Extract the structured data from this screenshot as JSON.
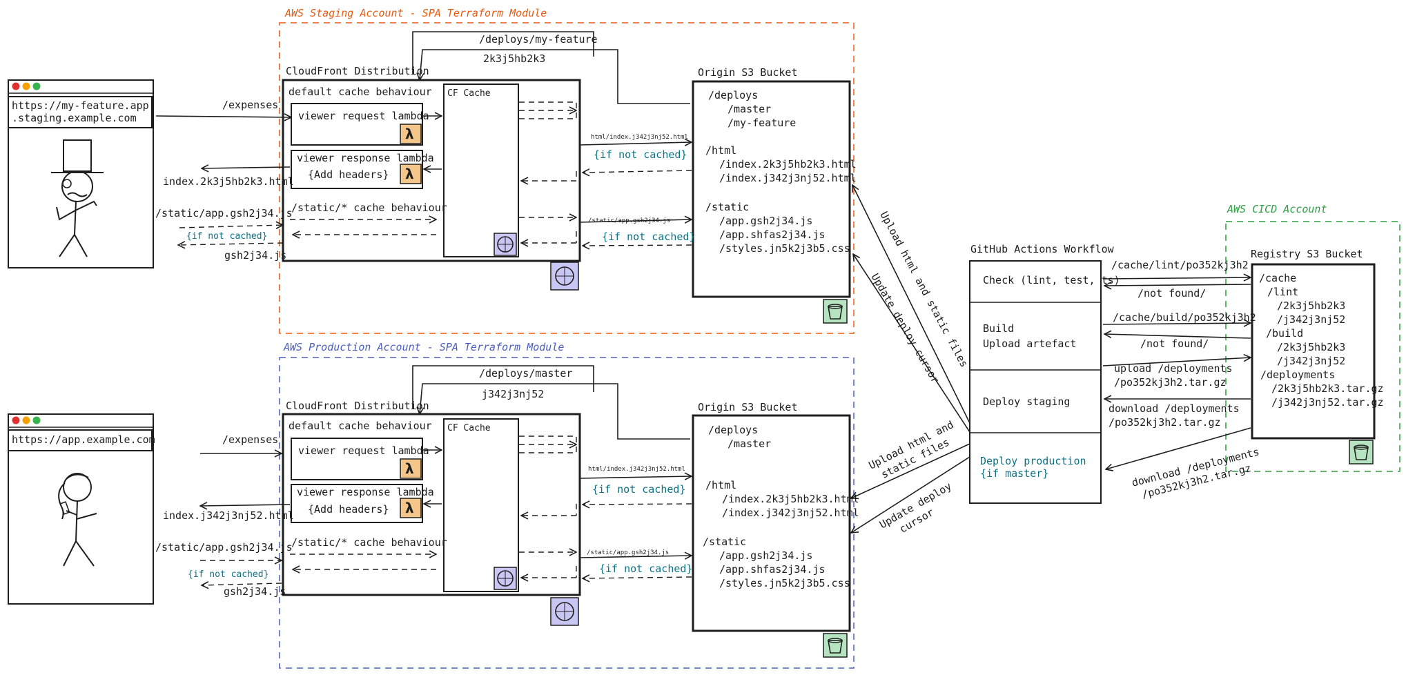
{
  "colors": {
    "ink": "#1e1e1e",
    "staging": "#e8590c",
    "production": "#4a5fc1",
    "cicd": "#2f9e44",
    "teal": "#0c7285",
    "lambda_fill": "#f4c68a",
    "cf_fill": "#c8c6f2",
    "s3_fill": "#b7e4c0"
  },
  "zones": {
    "staging": "AWS Staging Account - SPA Terraform Module",
    "production": "AWS Production Account - SPA Terraform Module",
    "cicd": "AWS CICD Account"
  },
  "browsers": {
    "staging_url_1": "https://my-feature.app",
    "staging_url_2": ".staging.example.com",
    "production_url": "https://app.example.com"
  },
  "staging": {
    "cloudfront_title": "CloudFront Distribution",
    "default_behaviour": "default cache behaviour",
    "viewer_request": "viewer request lambda",
    "viewer_response": "viewer response lambda",
    "add_headers": "{Add headers}",
    "static_behaviour": "/static/* cache behaviour",
    "cf_cache": "CF Cache",
    "deploy_path": "/deploys/my-feature",
    "deploy_hash": "2k3j5hb2k3",
    "req_expenses": "/expenses",
    "resp_index": "index.2k3j5hb2k3.html",
    "req_static": "/static/app.gsh2j34.js",
    "not_cached_left": "{if not cached}",
    "resp_static": "gsh2j34.js",
    "origin_html_req": "html/index.j342j3nj52.html",
    "origin_not_cached_1": "{if not cached}",
    "origin_static_req": "/static/app.gsh2j34.js",
    "origin_not_cached_2": "{if not cached}",
    "s3_title": "Origin S3 Bucket",
    "s3_lines": [
      "/deploys",
      "/master",
      "/my-feature",
      "/html",
      "/index.2k3j5hb2k3.html",
      "/index.j342j3nj52.html",
      "/static",
      "/app.gsh2j34.js",
      "/app.shfas2j34.js",
      "/styles.jn5k2j3b5.css"
    ]
  },
  "production": {
    "cloudfront_title": "CloudFront Distribution",
    "default_behaviour": "default cache behaviour",
    "viewer_request": "viewer request lambda",
    "viewer_response": "viewer response lambda",
    "add_headers": "{Add headers}",
    "static_behaviour": "/static/* cache behaviour",
    "cf_cache": "CF Cache",
    "deploy_path": "/deploys/master",
    "deploy_hash": "j342j3nj52",
    "req_expenses": "/expenses",
    "resp_index": "index.j342j3nj52.html",
    "req_static": "/static/app.gsh2j34.js",
    "not_cached_left": "{if not cached}",
    "resp_static": "gsh2j34.js",
    "origin_html_req": "html/index.j342j3nj52.html",
    "origin_not_cached_1": "{if not cached}",
    "origin_static_req": "/static/app.gsh2j34.js",
    "origin_not_cached_2": "{if not cached}",
    "s3_title": "Origin S3 Bucket",
    "s3_lines": [
      "/deploys",
      "/master",
      "/html",
      "/index.2k3j5hb2k3.html",
      "/index.j342j3nj52.html",
      "/static",
      "/app.gsh2j34.js",
      "/app.shfas2j34.js",
      "/styles.jn5k2j3b5.css"
    ]
  },
  "workflow": {
    "title": "GitHub Actions Workflow",
    "step_check": "Check (lint, test, ts)",
    "step_build_1": "Build",
    "step_build_2": "Upload artefact",
    "step_deploy_staging": "Deploy staging",
    "step_deploy_prod_1": "Deploy production",
    "step_deploy_prod_2": "{if master}"
  },
  "registry": {
    "title": "Registry S3 Bucket",
    "lines": [
      "/cache",
      "/lint",
      "/2k3j5hb2k3",
      "/j342j3nj52",
      "/build",
      "/2k3j5hb2k3",
      "/j342j3nj52",
      "/deployments",
      "/2k3j5hb2k3.tar.gz",
      "/j342j3nj52.tar.gz"
    ]
  },
  "edges": {
    "cache_lint": "/cache/lint/po352kj3h2",
    "not_found_1": "/not found/",
    "cache_build": "/cache/build/po352kj3h2",
    "not_found_2": "/not found/",
    "upload_deploy_1": "upload /deployments",
    "upload_deploy_2": "/po352kj3h2.tar.gz",
    "download_staging_1": "download /deployments",
    "download_staging_2": "/po352kj3h2.tar.gz",
    "download_prod_1": "download /deployments",
    "download_prod_2": "/po352kj3h2.tar.gz",
    "upload_staging": "Upload html and static files",
    "cursor_staging": "Update deploy cursor",
    "upload_prod_1": "Upload html and",
    "upload_prod_2": "static files",
    "cursor_prod_1": "Update deploy",
    "cursor_prod_2": "cursor"
  }
}
